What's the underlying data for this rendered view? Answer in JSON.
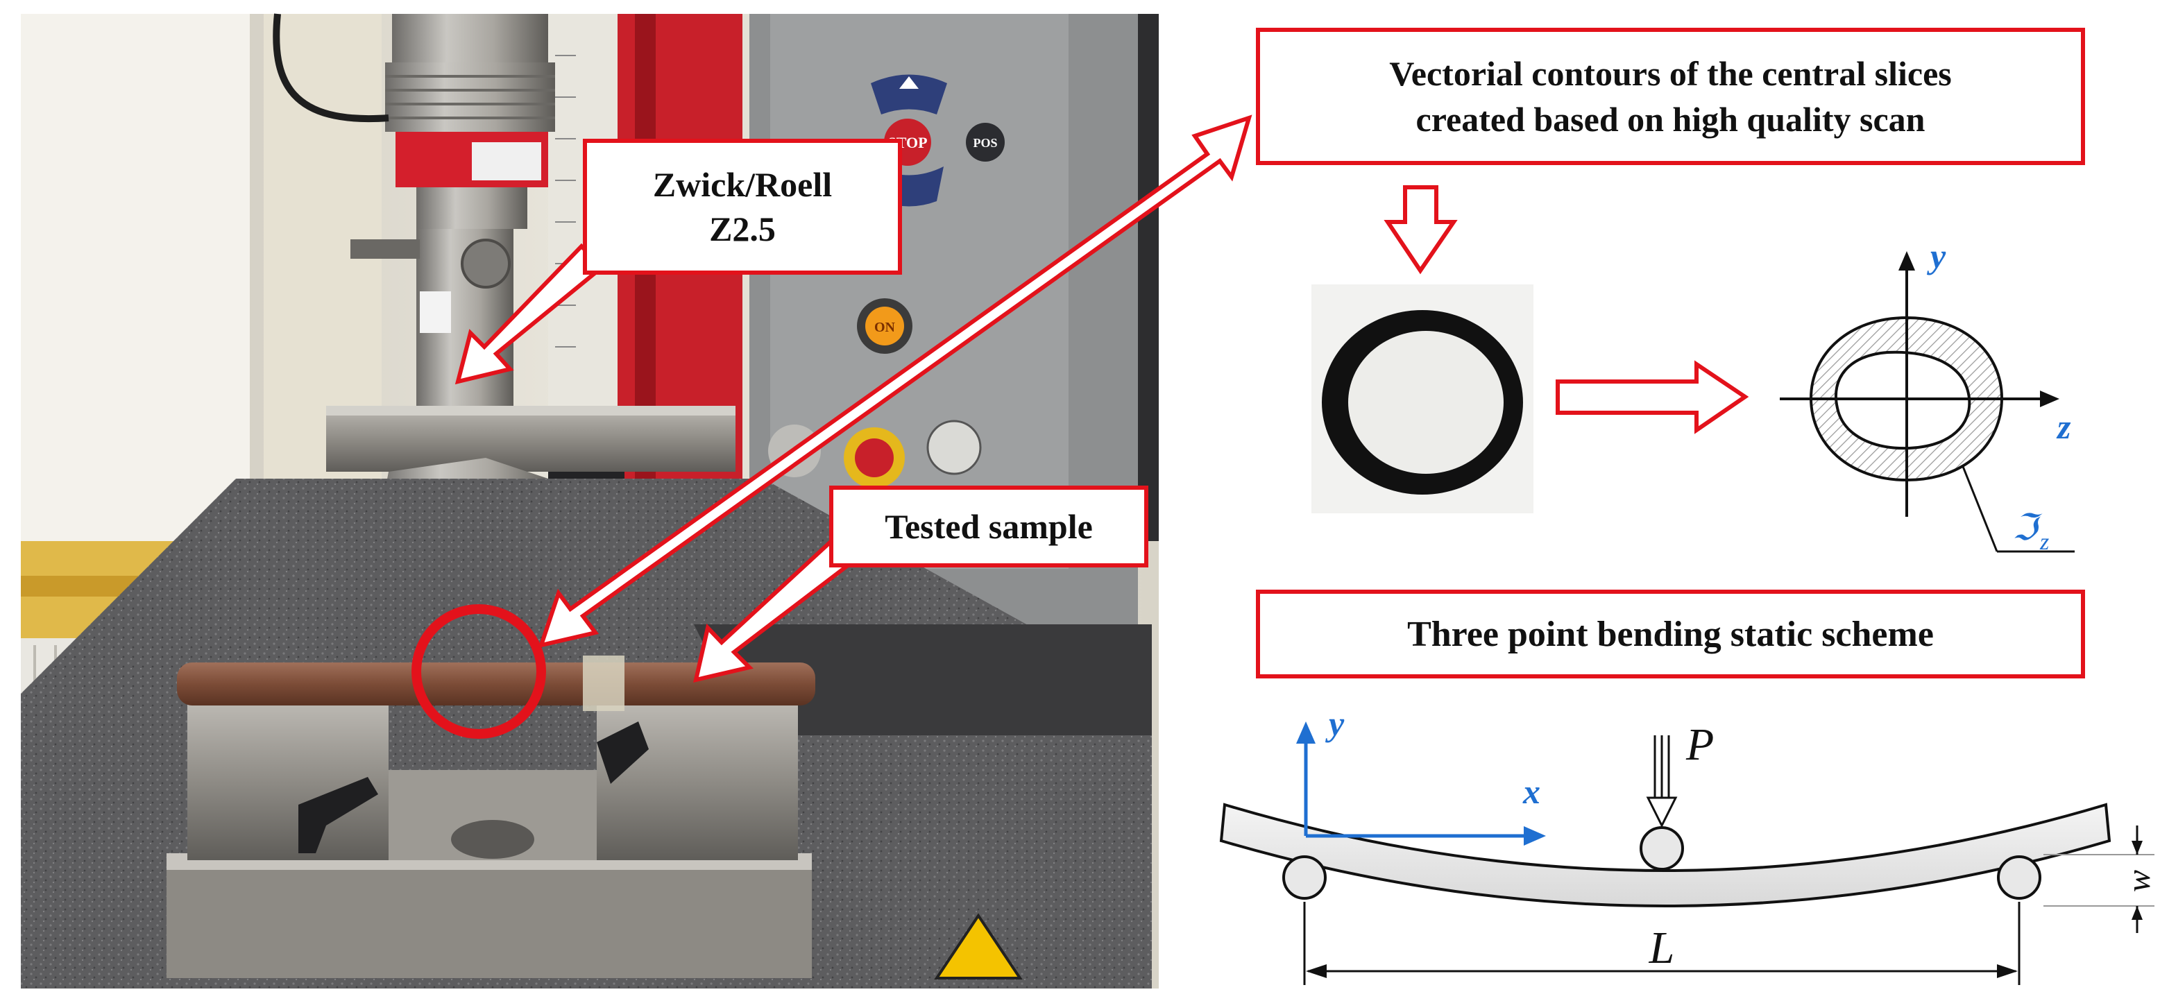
{
  "labels": {
    "machine_line1": "Zwick/Roell",
    "machine_line2": "Z2.5",
    "tested_sample": "Tested sample",
    "contours_line1": "Vectorial contours of the central slices",
    "contours_line2": "created based on high quality scan",
    "scheme_title": "Three point bending static scheme"
  },
  "machine_panel": {
    "stop_label": "STOP",
    "pos_label": "POS",
    "on_label": "ON"
  },
  "cross_section": {
    "axis_y": "y",
    "axis_z": "z",
    "inertia_symbol": "ℑ",
    "inertia_subscript": "z"
  },
  "bending_scheme": {
    "axis_y": "y",
    "axis_x": "x",
    "load": "P",
    "span": "L",
    "deflection": "w"
  },
  "colors": {
    "callout_border": "#e3121b",
    "axis_blue": "#1f6fd1",
    "machine_red": "#c8202a"
  }
}
